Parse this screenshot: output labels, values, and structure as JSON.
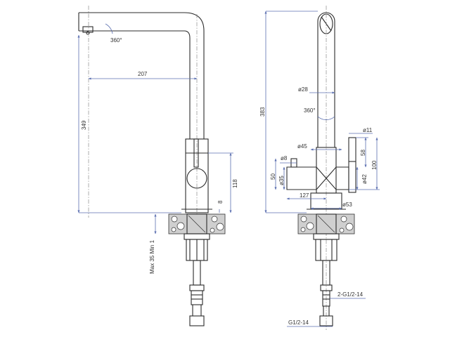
{
  "side_view": {
    "rotation": "360°",
    "reach": "207",
    "total_height": "349",
    "body_height": "118",
    "base_height": "8",
    "deck_thickness": "Max 35 Min 1"
  },
  "front_view": {
    "total_height": "383",
    "spout_diameter": "ø28",
    "rotation": "360°",
    "body_diameter": "ø45",
    "side_lever_diameter": "ø8",
    "side_lever_height": "50",
    "side_lever_body": "ø35",
    "right_column_diameter": "ø11",
    "right_column_top": "58",
    "right_column_height": "100",
    "right_body_diameter": "ø42",
    "width": "127",
    "base_diameter": "ø53",
    "hose_thread": "2-G1/2-14",
    "inlet_thread": "G1/2-14"
  }
}
